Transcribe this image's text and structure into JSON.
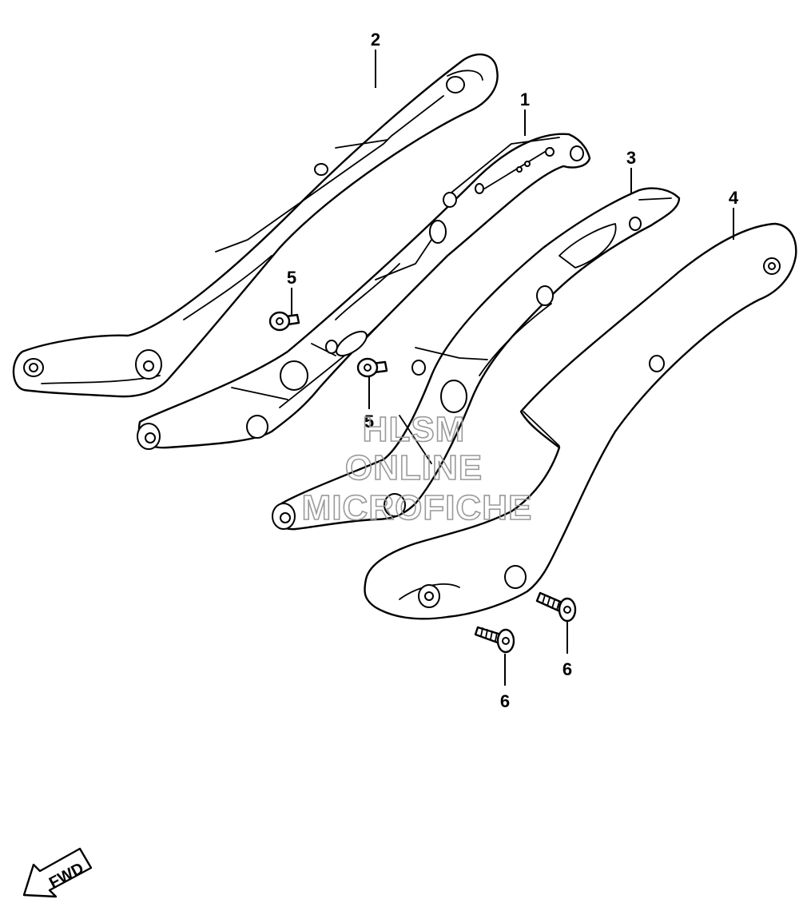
{
  "callouts": [
    {
      "id": "2",
      "label": "2"
    },
    {
      "id": "1",
      "label": "1"
    },
    {
      "id": "3",
      "label": "3"
    },
    {
      "id": "4",
      "label": "4"
    },
    {
      "id": "5a",
      "label": "5"
    },
    {
      "id": "5b",
      "label": "5"
    },
    {
      "id": "6a",
      "label": "6"
    },
    {
      "id": "6b",
      "label": "6"
    }
  ],
  "watermark": {
    "line1": "HLSM",
    "line2": "ONLINE",
    "line3": "MICROFICHE"
  },
  "direction_arrow": {
    "label": "FWD",
    "icon": "fwd-arrow-icon"
  }
}
